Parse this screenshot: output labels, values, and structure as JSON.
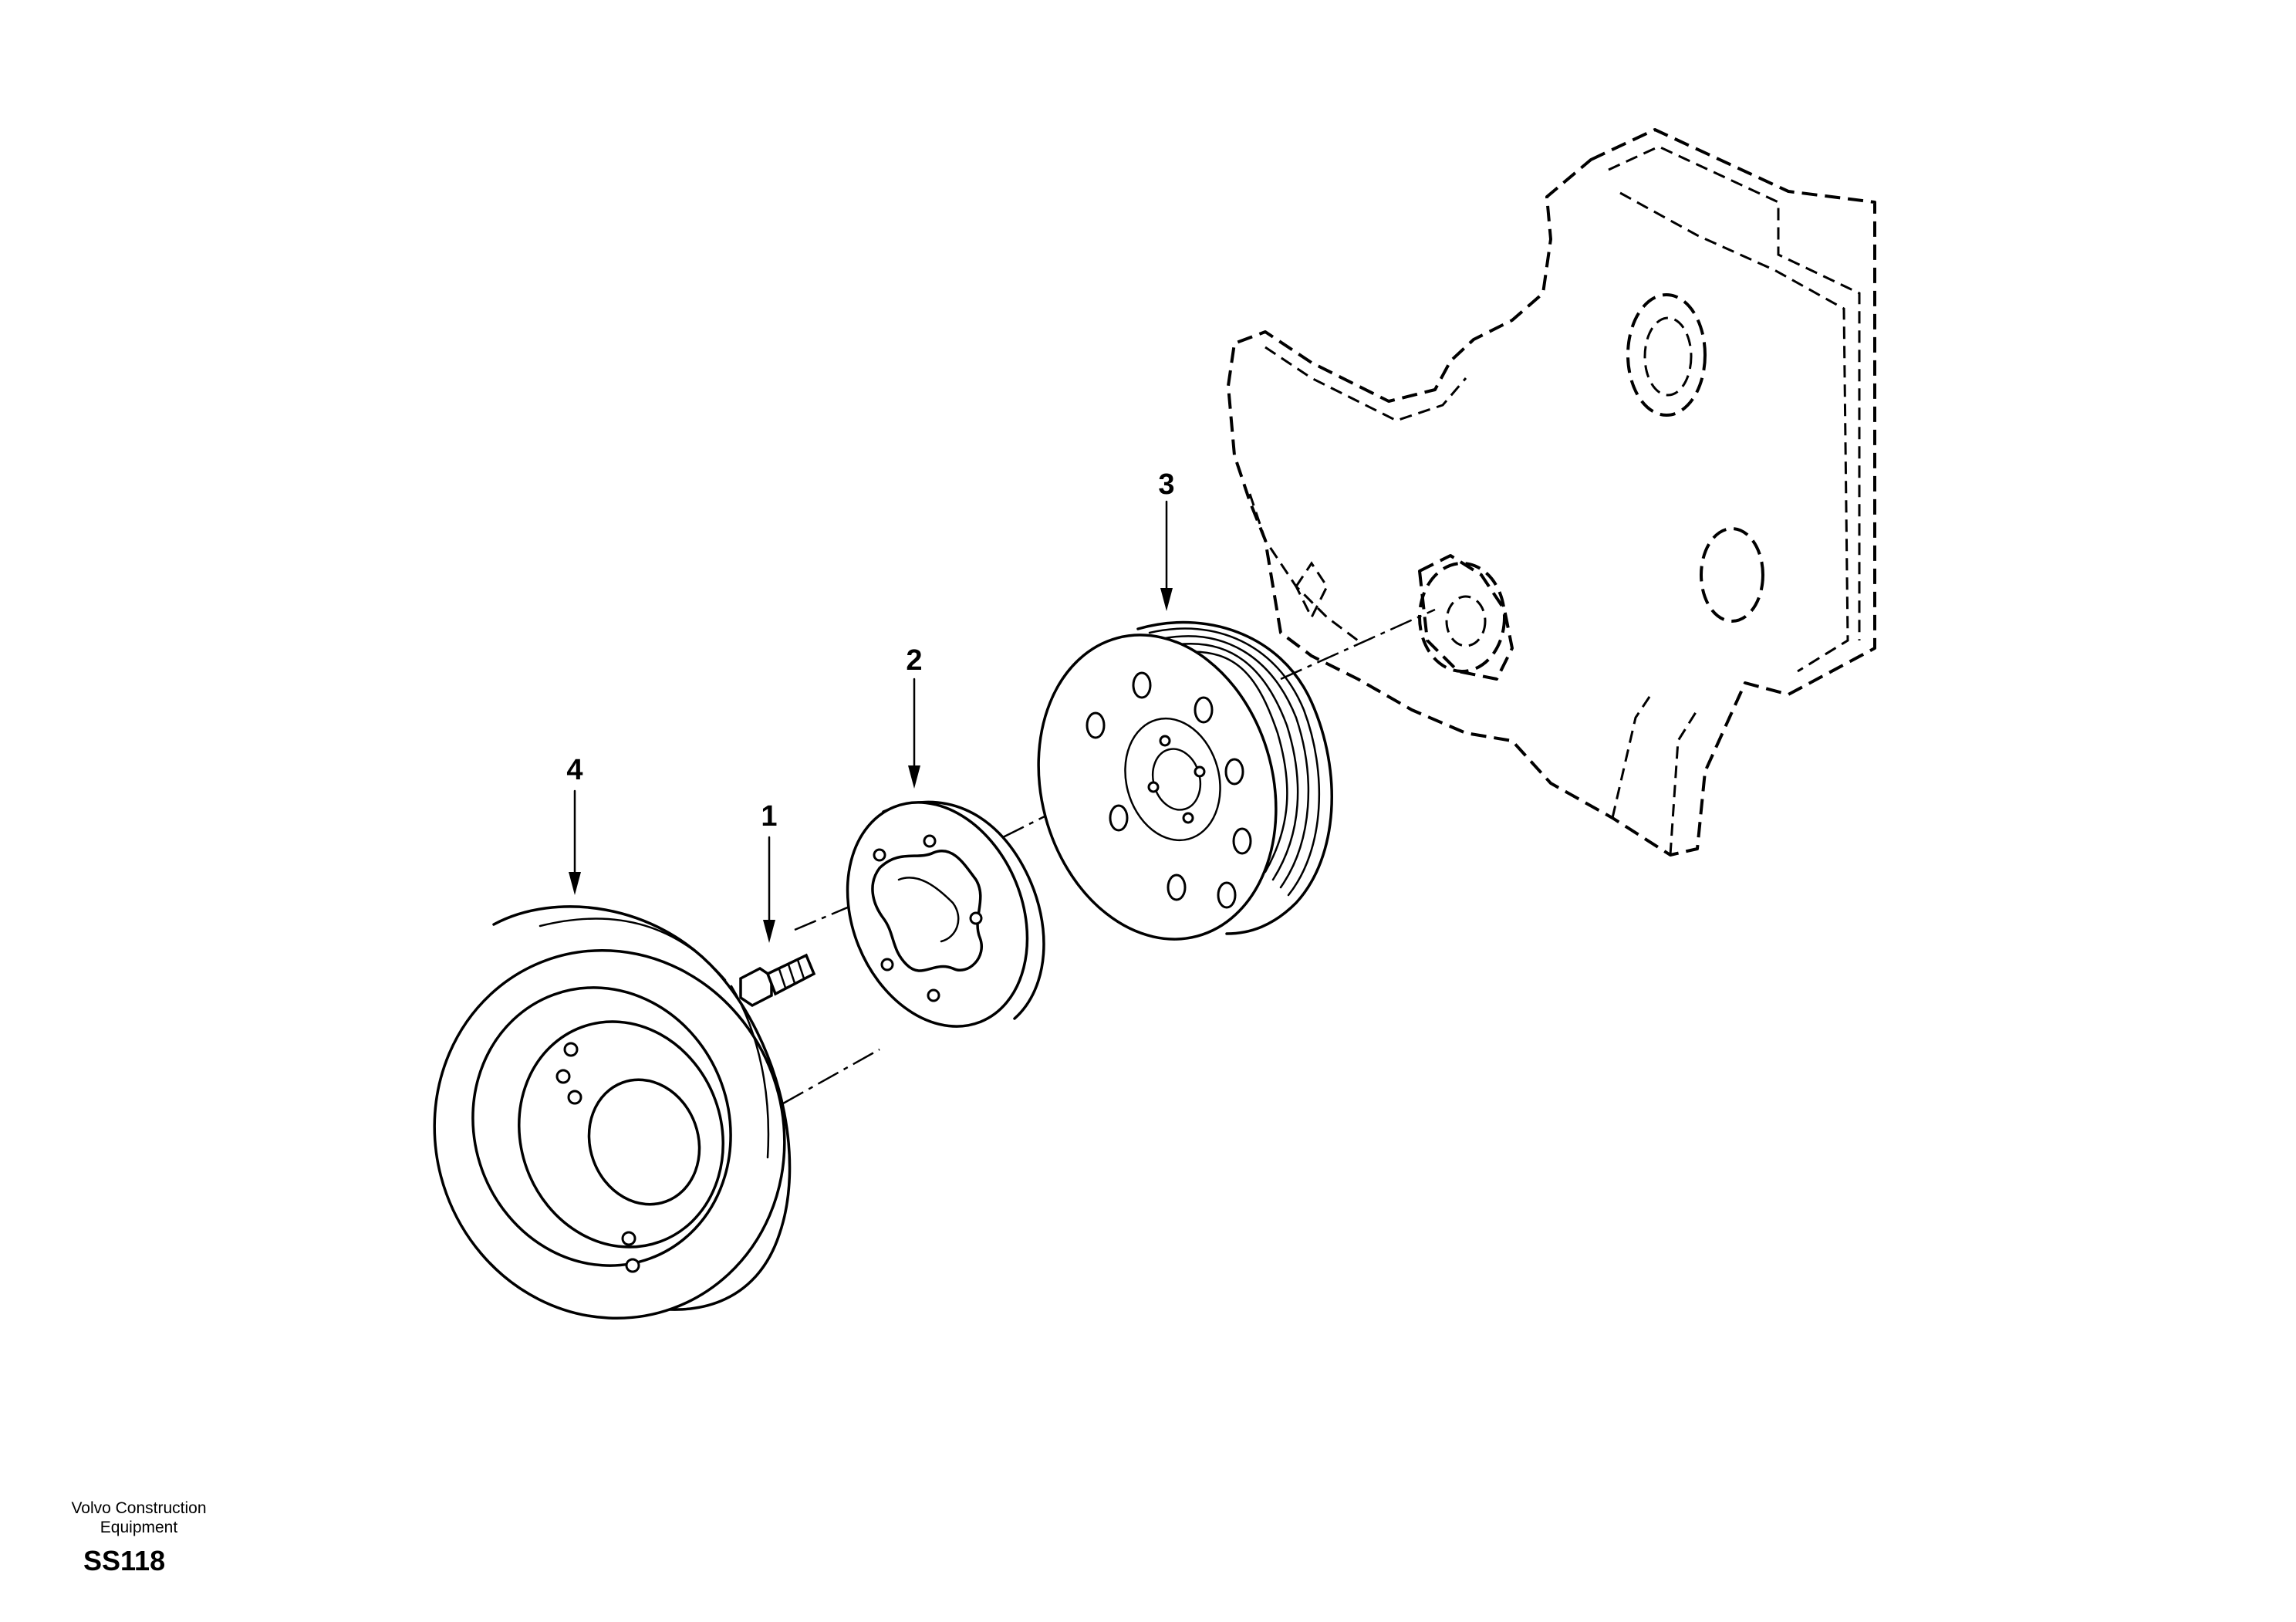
{
  "callouts": [
    "1",
    "2",
    "3",
    "4"
  ],
  "footer": {
    "maker_line1": "Volvo Construction",
    "maker_line2": "Equipment",
    "code": "SS118"
  }
}
